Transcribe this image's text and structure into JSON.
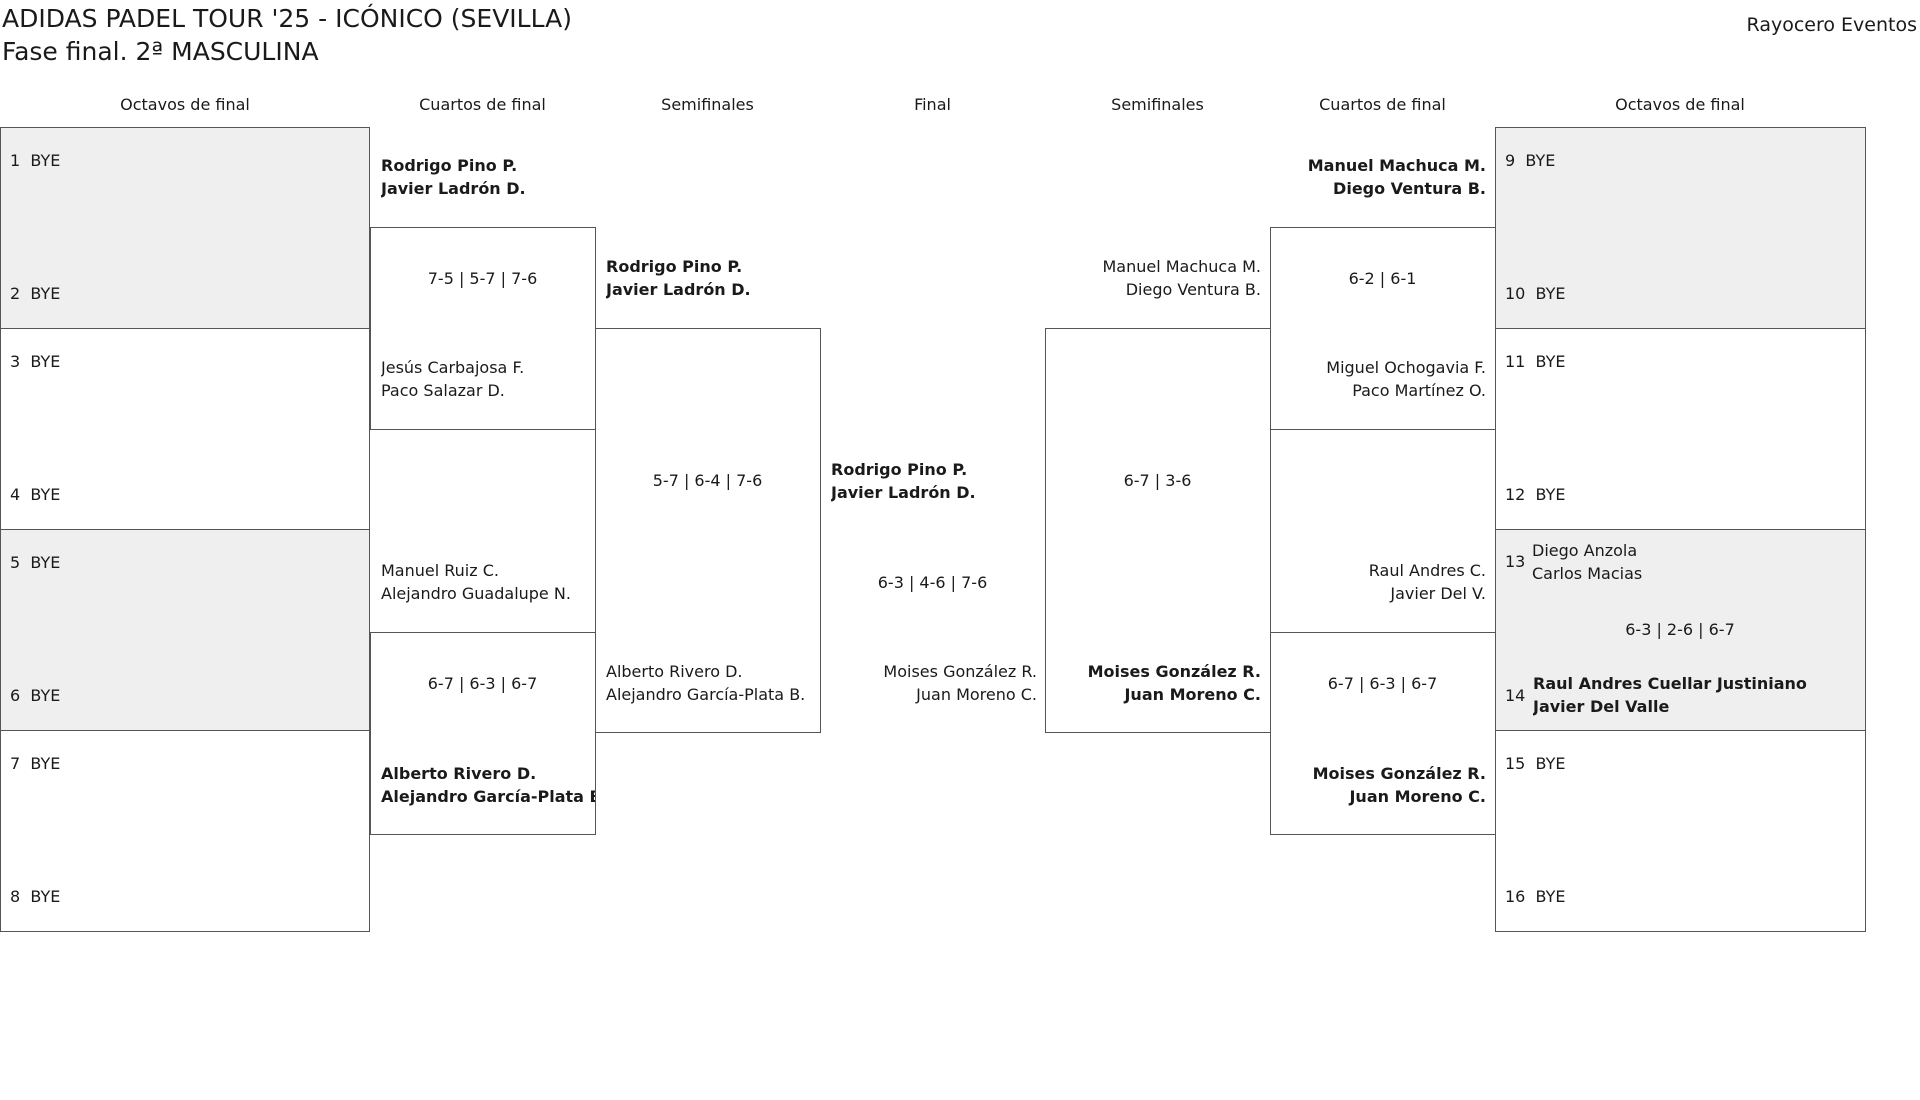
{
  "header": {
    "title": "ADIDAS PADEL TOUR '25 - ICÓNICO (SEVILLA)",
    "subtitle": "Fase final. 2ª MASCULINA",
    "organizer": "Rayocero Eventos"
  },
  "rounds": {
    "left_r16": "Octavos de final",
    "left_qf": "Cuartos de final",
    "left_sf": "Semifinales",
    "final": "Final",
    "right_sf": "Semifinales",
    "right_qf": "Cuartos de final",
    "right_r16": "Octavos de final"
  },
  "left_r16": [
    {
      "n": "1",
      "name": "BYE"
    },
    {
      "n": "2",
      "name": "BYE"
    },
    {
      "n": "3",
      "name": "BYE"
    },
    {
      "n": "4",
      "name": "BYE"
    },
    {
      "n": "5",
      "name": "BYE"
    },
    {
      "n": "6",
      "name": "BYE"
    },
    {
      "n": "7",
      "name": "BYE"
    },
    {
      "n": "8",
      "name": "BYE"
    }
  ],
  "right_r16": [
    {
      "n": "9",
      "name": "BYE"
    },
    {
      "n": "10",
      "name": "BYE"
    },
    {
      "n": "11",
      "name": "BYE"
    },
    {
      "n": "12",
      "name": "BYE"
    },
    {
      "n": "13",
      "p1": "Diego Anzola",
      "p2": "Carlos Macias"
    },
    {
      "n": "14",
      "p1": "Raul Andres Cuellar Justiniano",
      "p2": "Javier Del Valle"
    },
    {
      "n": "15",
      "name": "BYE"
    },
    {
      "n": "16",
      "name": "BYE"
    }
  ],
  "right_r16_score": "6-3 | 2-6 | 6-7",
  "left_qf": [
    {
      "p1": "Rodrigo Pino P.",
      "p2": "Javier Ladrón D."
    },
    {
      "p1": "Jesús Carbajosa F.",
      "p2": "Paco Salazar D."
    },
    {
      "p1": "Manuel Ruiz C.",
      "p2": "Alejandro Guadalupe N."
    },
    {
      "p1": "Alberto Rivero D.",
      "p2": "Alejandro García-Plata B."
    }
  ],
  "left_qf_scores": [
    "7-5 | 5-7 | 7-6",
    "6-7 | 6-3 | 6-7"
  ],
  "left_sf": [
    {
      "p1": "Rodrigo Pino P.",
      "p2": "Javier Ladrón D."
    },
    {
      "p1": "Alberto Rivero D.",
      "p2": "Alejandro García-Plata B."
    }
  ],
  "left_sf_score": "5-7 | 6-4 | 7-6",
  "final": {
    "top": {
      "p1": "Rodrigo Pino P.",
      "p2": "Javier Ladrón D."
    },
    "bottom": {
      "p1": "Moises González R.",
      "p2": "Juan Moreno C."
    },
    "score": "6-3 | 4-6 | 7-6"
  },
  "right_sf": [
    {
      "p1": "Manuel Machuca M.",
      "p2": "Diego Ventura B."
    },
    {
      "p1": "Moises González R.",
      "p2": "Juan Moreno C."
    }
  ],
  "right_sf_score": "6-7 | 3-6",
  "right_qf": [
    {
      "p1": "Manuel Machuca M.",
      "p2": "Diego Ventura B."
    },
    {
      "p1": "Miguel Ochogavia F.",
      "p2": "Paco Martínez O."
    },
    {
      "p1": "Raul Andres C.",
      "p2": "Javier Del V."
    },
    {
      "p1": "Moises González R.",
      "p2": "Juan Moreno C."
    }
  ],
  "right_qf_scores": [
    "6-2 | 6-1",
    "6-7 | 6-3 | 6-7"
  ],
  "colors": {
    "line": "#555555",
    "shade": "#efefef",
    "text": "#1a1a1a"
  }
}
